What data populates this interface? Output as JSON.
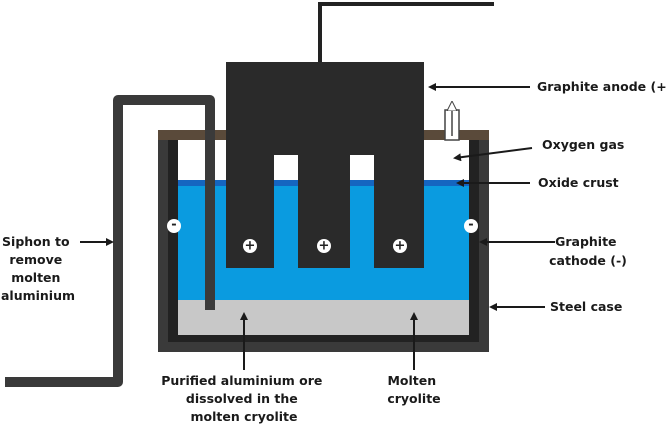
{
  "labels": {
    "anode": "Graphite anode (+)",
    "oxygen": "Oxygen gas",
    "crust": "Oxide crust",
    "cathode_line1": "Graphite",
    "cathode_line2": "cathode (-)",
    "steel": "Steel case",
    "siphon_line1": "Siphon to",
    "siphon_line2": "remove",
    "siphon_line3": "molten",
    "siphon_line4": "aluminium",
    "ore_line1": "Purified aluminium ore",
    "ore_line2": "dissolved in the",
    "ore_line3": "molten cryolite",
    "cryolite_line1": "Molten",
    "cryolite_line2": "cryolite"
  },
  "signs": {
    "plus": "+",
    "minus": "-"
  },
  "colors": {
    "electrolyte": "#0a9be0",
    "crust": "#1565c0",
    "aluminium": "#c8c8c8",
    "anode": "#2a2a2a",
    "case": "#333333",
    "lid": "#5a4a3a"
  }
}
